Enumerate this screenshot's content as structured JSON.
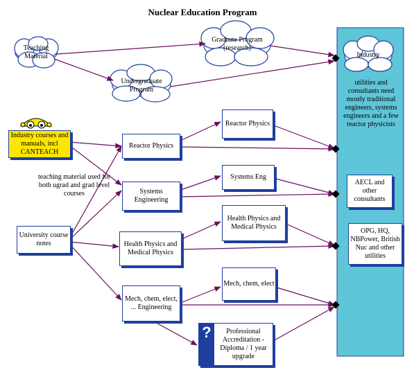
{
  "title": "Nuclear Education Program",
  "colors": {
    "arrow": "#6b1060",
    "box_border": "#1f3f9f",
    "industry_panel": "#5fc5d8",
    "canteach_box": "#ffe600"
  },
  "nodes": {
    "teaching_material": "Teaching Material",
    "graduate_program": "Graduate Program (research)",
    "undergraduate_program": "Undergraduate Program",
    "industry": "Industry",
    "industry_desc": "utilities and consultants need mostly traditional engineers, systems engineers and a few reactor physicists",
    "industry_courses": "Industry courses and manuals, incl CANTEACH",
    "teaching_note": "teaching material used for both ugrad and grad level courses",
    "university_notes": "University course notes",
    "reactor_physics_course": "Reactor Physics",
    "reactor_physics_grad": "Reactor Physics",
    "systems_engineering_course": "Systems Engineering",
    "systems_eng_grad": "Systems Eng",
    "health_physics_course": "Health Physics and Medical Physics",
    "health_physics_grad": "Health Physics and Medical Physics",
    "mech_course": "Mech, chem, elect, ... Engineering",
    "mech_grad": "Mech, chem, elect",
    "accreditation": "Professional Accreditation - Diploma / 1 year upgrade",
    "aecl": "AECL and other consultants",
    "opg": "OPG, HQ, NBPower, British Nuc and other utilities",
    "question_mark": "?"
  }
}
